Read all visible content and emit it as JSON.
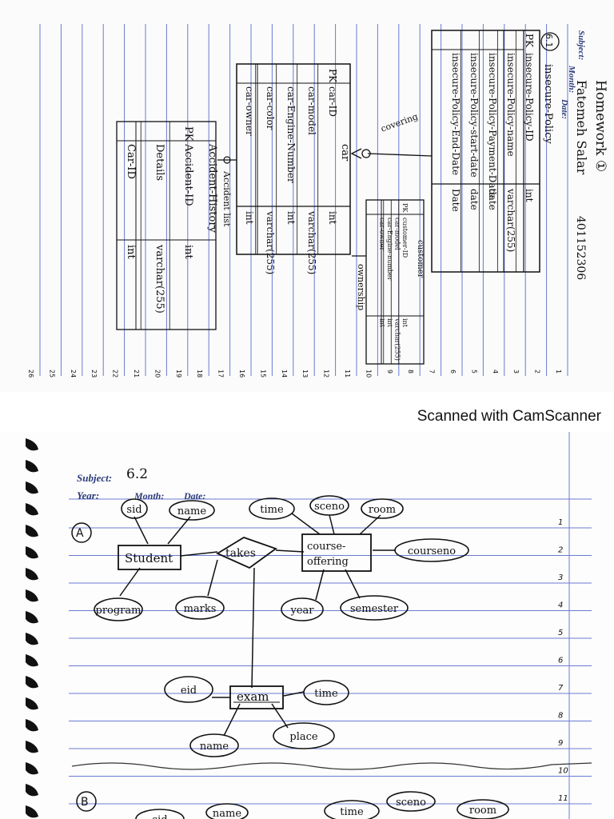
{
  "scan_credit": "Scanned with CamScanner",
  "page1": {
    "header": {
      "homework": "Homework ①",
      "author": "Fatemeh Salar",
      "student_no": "401152306",
      "subject_label": "Subject:",
      "month_label": "Month:",
      "date_label": "Date:",
      "section": "6.1"
    },
    "line_numbers": [
      "1",
      "2",
      "3",
      "4",
      "5",
      "6",
      "7",
      "8",
      "9",
      "10",
      "11",
      "12",
      "13",
      "14",
      "15",
      "16",
      "17",
      "18",
      "19",
      "20",
      "21",
      "22",
      "23",
      "24",
      "25",
      "26"
    ],
    "tables": {
      "insecure_policy": {
        "name": "insecure-Policy",
        "rows": [
          {
            "key": "PK",
            "attr": "insecure-Policy-ID",
            "type": "int"
          },
          {
            "key": "",
            "attr": "insecure-Policy-name",
            "type": "varchar(255)"
          },
          {
            "key": "",
            "attr": "insecure-Policy-Payment-Date",
            "type": "date"
          },
          {
            "key": "",
            "attr": "insecure-Policy-start-date",
            "type": "date"
          },
          {
            "key": "",
            "attr": "insecure-Policy-End-Date",
            "type": "Date"
          }
        ]
      },
      "car": {
        "name": "car",
        "rows": [
          {
            "key": "PK",
            "attr": "car-ID",
            "type": "int"
          },
          {
            "key": "",
            "attr": "car-model",
            "type": "varchar(255)"
          },
          {
            "key": "",
            "attr": "car-Engine-Number",
            "type": "int"
          },
          {
            "key": "",
            "attr": "car-color",
            "type": "varchar(255)"
          },
          {
            "key": "",
            "attr": "car-owner",
            "type": "int"
          }
        ]
      },
      "customer": {
        "name": "customer",
        "rows": [
          {
            "key": "PK",
            "attr": "customer-ID",
            "type": "int"
          },
          {
            "key": "",
            "attr": "car-model",
            "type": "varchar(255)"
          },
          {
            "key": "",
            "attr": "car-Engine-number",
            "type": "int"
          },
          {
            "key": "",
            "attr": "car-owner",
            "type": "int"
          }
        ]
      },
      "accident_history": {
        "name": "Accident-History",
        "rows": [
          {
            "key": "PK",
            "attr": "Accident-ID",
            "type": "int"
          },
          {
            "key": "",
            "attr": "Details",
            "type": "varchar(255)"
          },
          {
            "key": "",
            "attr": "Car-ID",
            "type": "int"
          }
        ]
      }
    },
    "relationships": {
      "covering": "covering",
      "ownership": "ownership",
      "accident_list": "Accident list"
    }
  },
  "page2": {
    "header": {
      "subject_label": "Subject:",
      "subject_value": "6.2",
      "year_label": "Year:",
      "month_label": "Month:",
      "date_label": "Date:"
    },
    "line_numbers": [
      "1",
      "2",
      "3",
      "4",
      "5",
      "6",
      "7",
      "8",
      "9",
      "10",
      "11"
    ],
    "section_a": "A",
    "section_b": "B",
    "entities": {
      "student": "Student",
      "course_offering": "course-offering",
      "exam": "exam"
    },
    "relationship": "takes",
    "attributes": {
      "sid": "sid",
      "name": "name",
      "program": "program",
      "marks": "marks",
      "time": "time",
      "sceno": "sceno",
      "room": "room",
      "courseno": "courseno",
      "year": "year",
      "semester": "semester",
      "eid": "eid",
      "exam_time": "time",
      "exam_name": "name",
      "place": "place"
    },
    "section_b_attributes": {
      "sid": "sid",
      "name": "name",
      "time": "time",
      "sceno": "sceno",
      "room": "room"
    }
  }
}
